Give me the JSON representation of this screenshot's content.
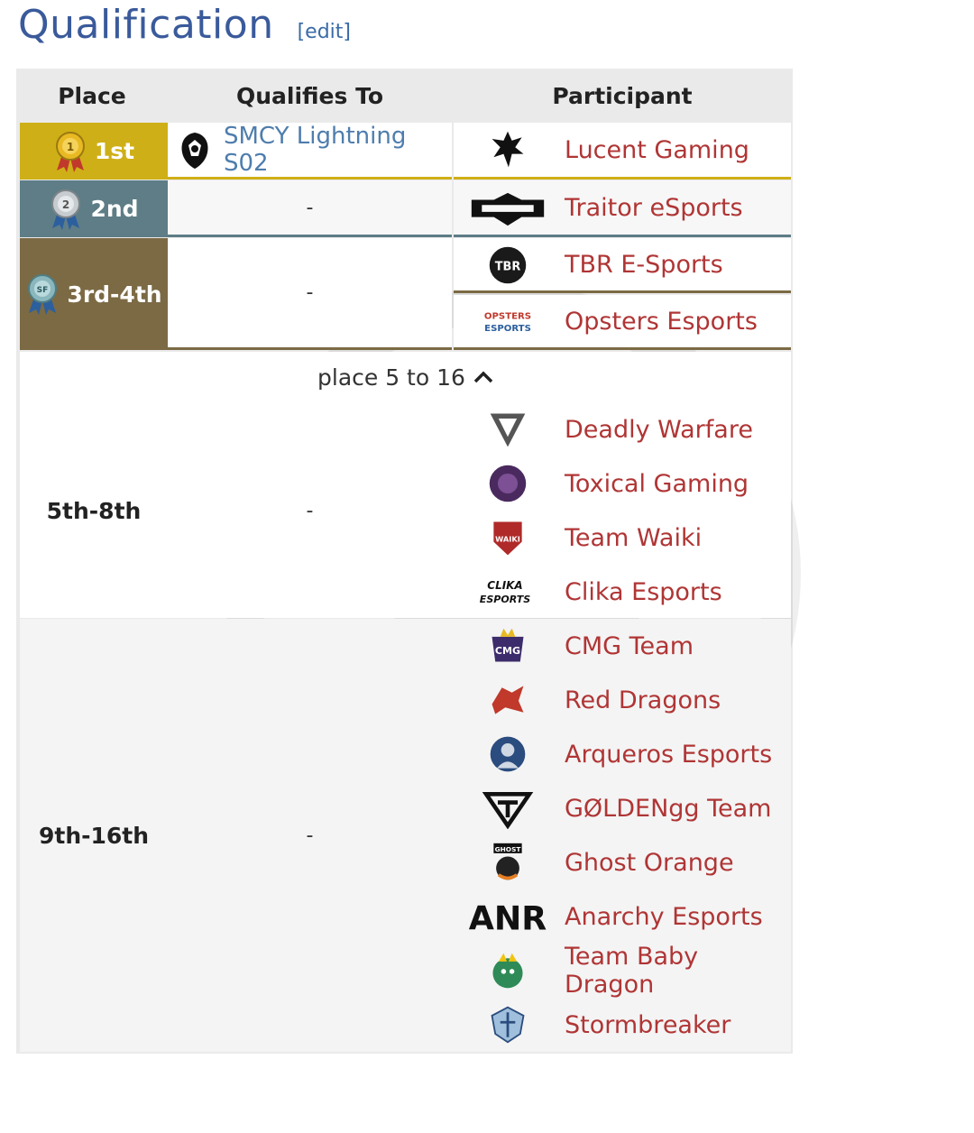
{
  "heading": {
    "title": "Qualification",
    "edit_label": "[edit]"
  },
  "headers": {
    "place": "Place",
    "qualifies_to": "Qualifies To",
    "participant": "Participant"
  },
  "colors": {
    "gold": "#cfaf17",
    "silver": "#5e7d86",
    "bronze": "#7b6a44",
    "team_link": "#b03535",
    "link_blue": "#3a6aa8"
  },
  "rows": {
    "first": {
      "place": "1st",
      "medal_icon": "gold-medal-icon",
      "qualifies_to": "SMCY Lightning S02",
      "qual_icon": "smcy-logo-icon",
      "team": "Lucent Gaming",
      "team_icon": "dragon-logo-icon"
    },
    "second": {
      "place": "2nd",
      "medal_icon": "silver-medal-icon",
      "qualifies_to": "-",
      "team": "Traitor eSports",
      "team_icon": "traitor-logo-icon"
    },
    "third": {
      "place": "3rd-4th",
      "medal_icon": "sf-medal-icon",
      "qualifies_to": "-",
      "teams": [
        "TBR E-Sports",
        "Opsters Esports"
      ]
    },
    "toggle": {
      "label": "place 5 to 16",
      "icon": "chevron-up-icon"
    },
    "fifth": {
      "place": "5th-8th",
      "qualifies_to": "-",
      "teams": [
        "Deadly Warfare",
        "Toxical Gaming",
        "Team Waiki",
        "Clika Esports"
      ]
    },
    "ninth": {
      "place": "9th-16th",
      "qualifies_to": "-",
      "teams": [
        "CMG Team",
        "Red Dragons",
        "Arqueros Esports",
        "GØLDENgg Team",
        "Ghost Orange",
        "Anarchy Esports",
        "Team Baby Dragon",
        "Stormbreaker"
      ]
    }
  },
  "logo_text": {
    "tbr": "TBR",
    "opsters": "OPSTERS",
    "opsters_sub": "ESPORTS",
    "clika": "CLIKA",
    "clika_sub": "ESPORTS",
    "cmg": "CMG",
    "anr": "ANR",
    "ghost": "GHOST",
    "waiki": "WAIKI"
  }
}
